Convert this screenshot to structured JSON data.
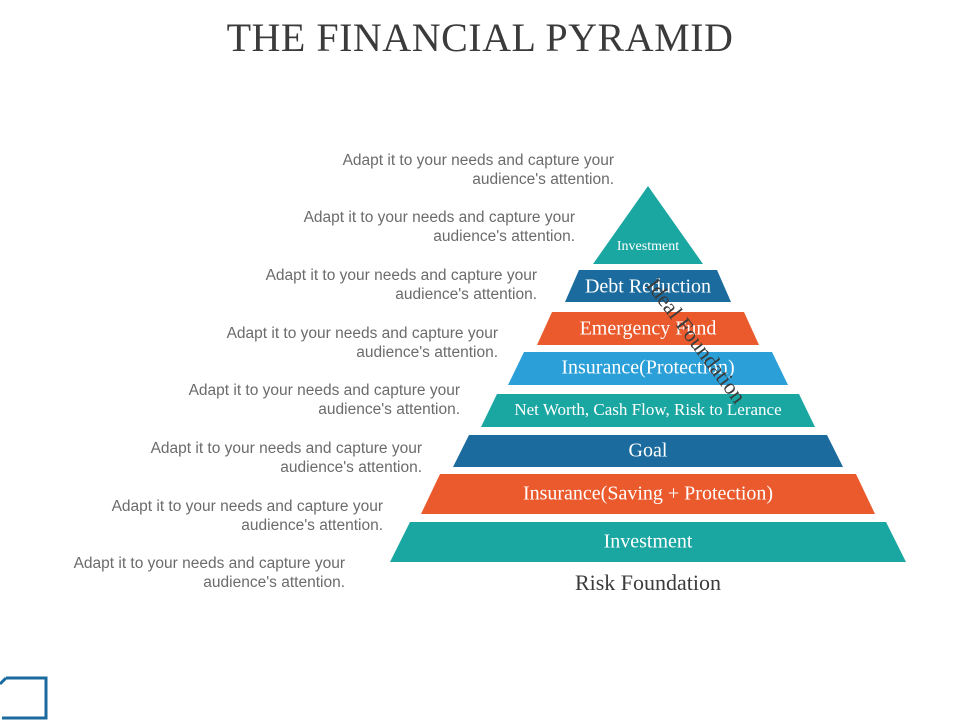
{
  "title": "THE FINANCIAL PYRAMID",
  "descriptions": [
    {
      "line1": "Adapt it to your needs and capture your",
      "line2": "audience's attention."
    },
    {
      "line1": "Adapt it to your needs and capture your",
      "line2": "audience's attention."
    },
    {
      "line1": "Adapt it to your needs and capture your",
      "line2": "audience's attention."
    },
    {
      "line1": "Adapt it to your needs and capture your",
      "line2": "audience's attention."
    },
    {
      "line1": "Adapt it to your needs and capture your",
      "line2": "audience's attention."
    },
    {
      "line1": "Adapt it to your needs and capture your",
      "line2": "audience's attention."
    },
    {
      "line1": "Adapt it to your needs and capture your",
      "line2": "audience's attention."
    },
    {
      "line1": "Adapt it to your needs and capture your",
      "line2": "audience's attention."
    }
  ],
  "tiers": [
    {
      "label": "Investment",
      "color": "#1aa6a1"
    },
    {
      "label": "Debt Reduction",
      "color": "#1b6b9e"
    },
    {
      "label": "Emergency Fund",
      "color": "#ea5a2d"
    },
    {
      "label": "Insurance(Protection)",
      "color": "#2a9fd8"
    },
    {
      "label": "Net Worth, Cash Flow, Risk to Lerance",
      "color": "#1aa6a1"
    },
    {
      "label": "Goal",
      "color": "#1b6b9e"
    },
    {
      "label": "Insurance(Saving + Protection)",
      "color": "#ea5a2d"
    },
    {
      "label": "Investment",
      "color": "#1aa6a1"
    }
  ],
  "bottom_label": "Risk Foundation",
  "side_label": "Ideal Foundation",
  "corner_color": "#1b6b9e"
}
